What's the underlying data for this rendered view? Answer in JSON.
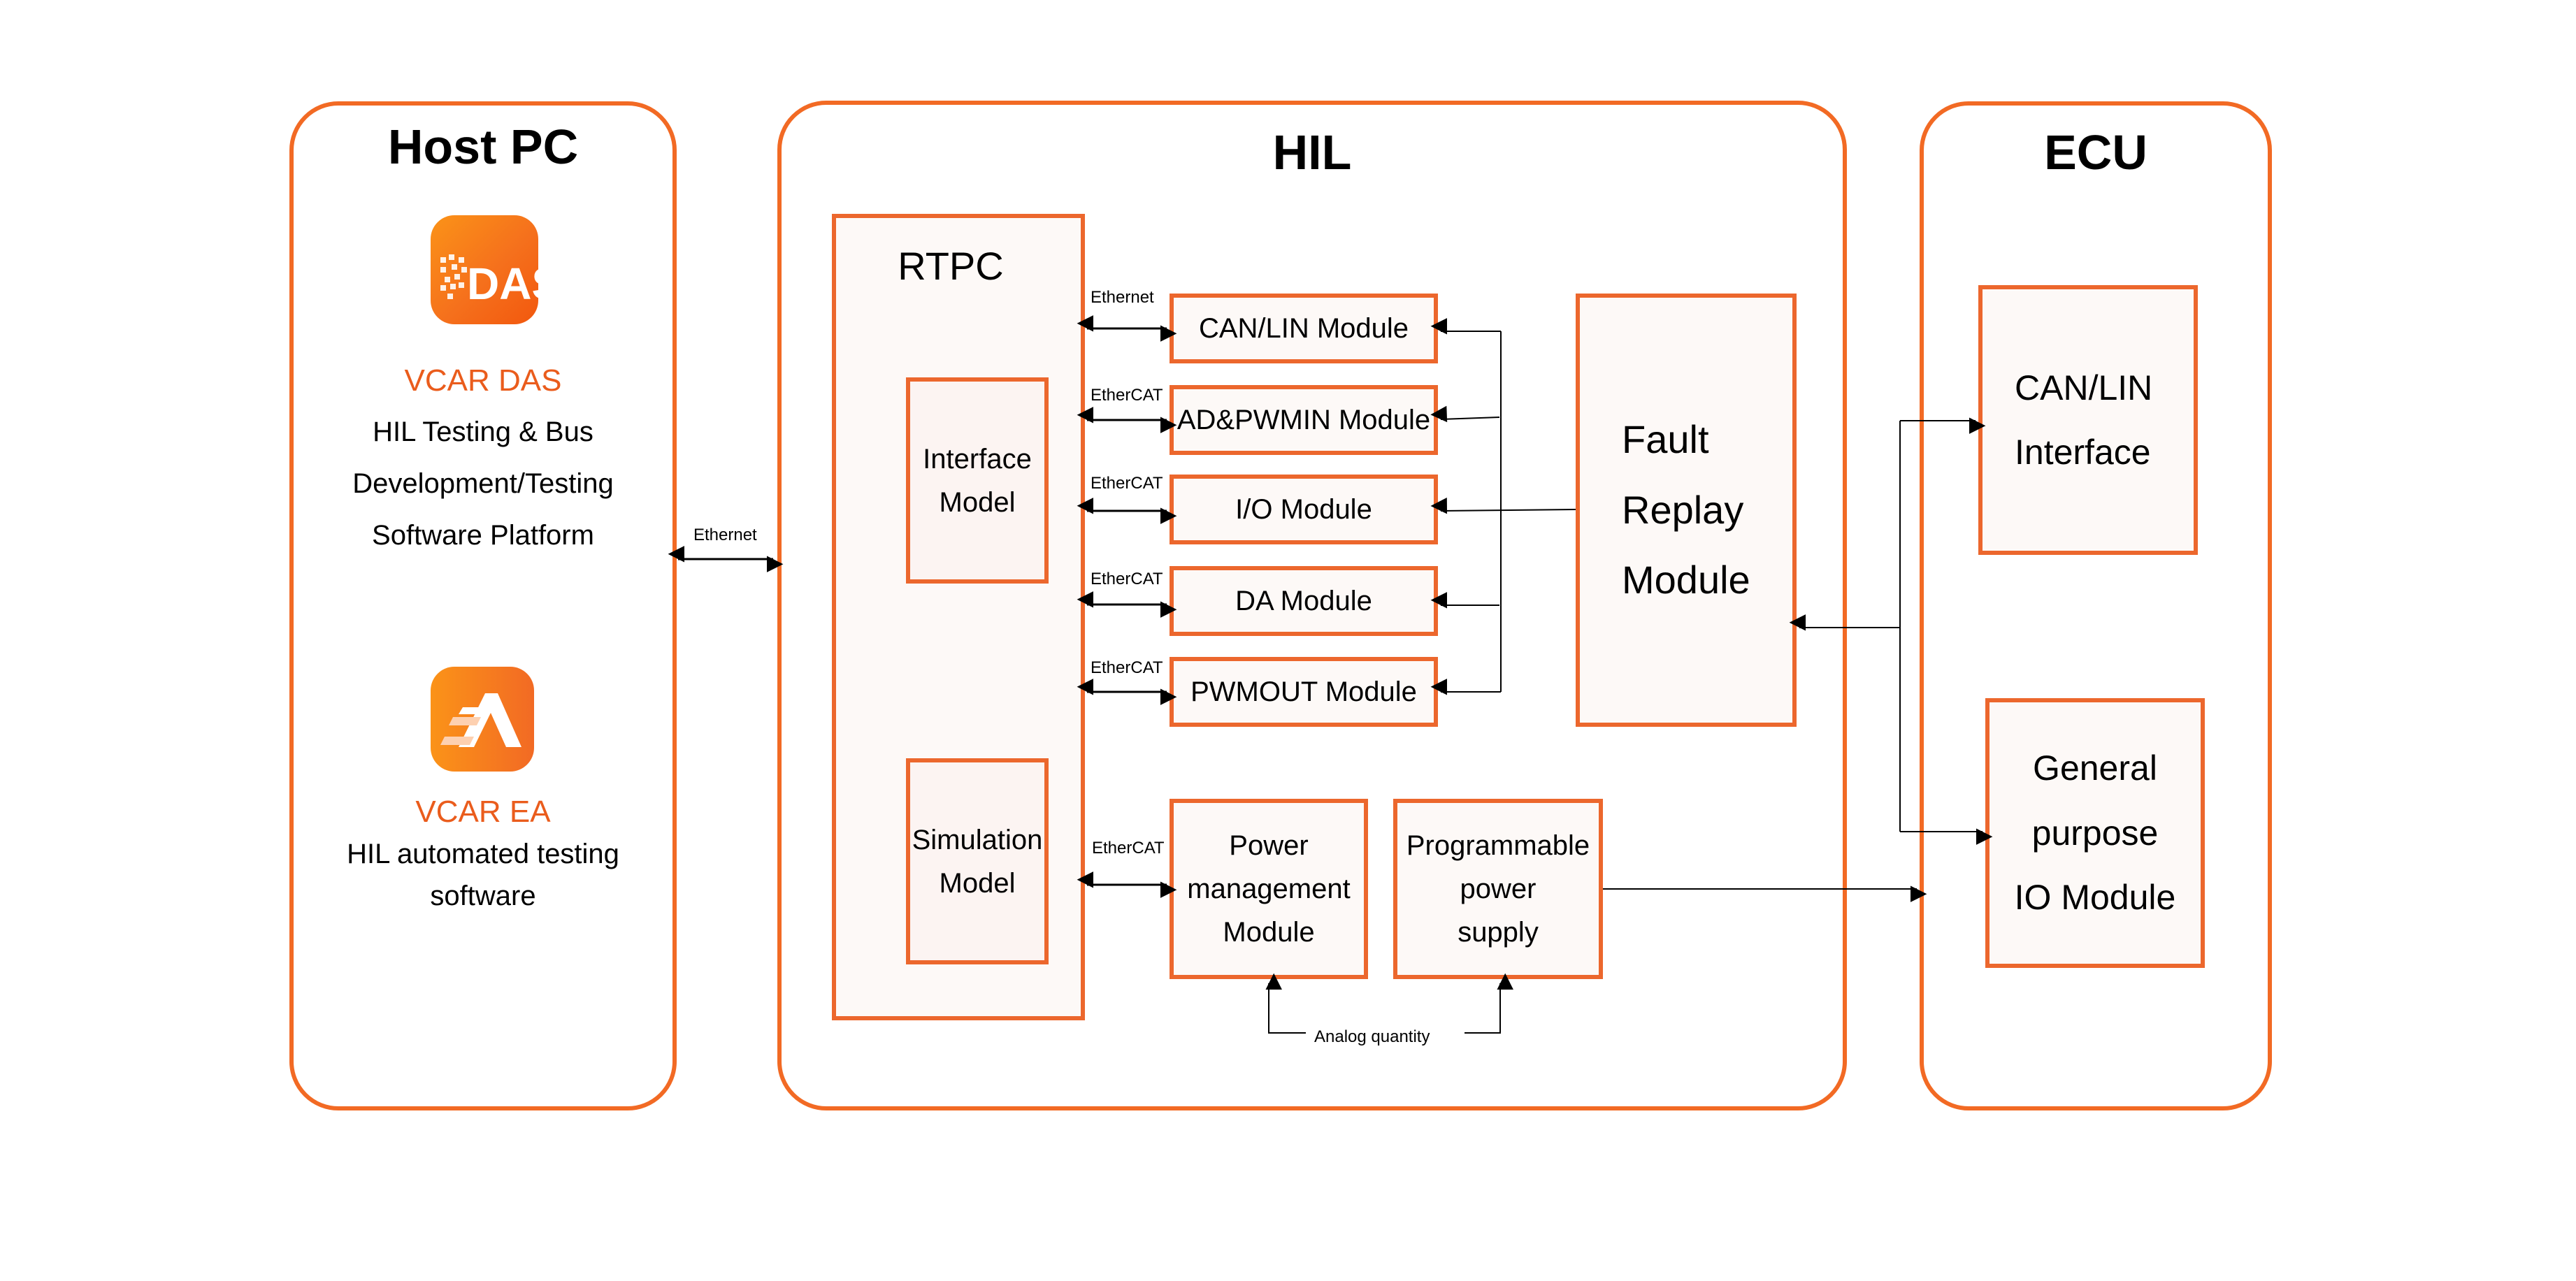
{
  "diagram": {
    "colors": {
      "accent": "#f26a24",
      "box_fill": "#fdf9f7",
      "line": "#000000",
      "product_text": "#ea5c1c"
    },
    "host_pc": {
      "title": "Host PC",
      "products": [
        {
          "icon": "das-logo-icon",
          "icon_text": "DAS",
          "name": "VCAR DAS",
          "description": [
            "HIL Testing & Bus",
            "Development/Testing",
            "Software Platform"
          ]
        },
        {
          "icon": "ea-logo-icon",
          "icon_text": "EA",
          "name": "VCAR EA",
          "description": [
            "HIL automated testing",
            "software"
          ]
        }
      ]
    },
    "host_to_hil_link": "Ethernet",
    "hil": {
      "title": "HIL",
      "rtpc": {
        "label": "RTPC",
        "interface_model": [
          "Interface",
          "Model"
        ],
        "simulation_model": [
          "Simulation",
          "Model"
        ]
      },
      "modules": [
        {
          "label": "CAN/LIN Module",
          "link": "Ethernet"
        },
        {
          "label": "AD&PWMIN Module",
          "link": "EtherCAT"
        },
        {
          "label": "I/O Module",
          "link": "EtherCAT"
        },
        {
          "label": "DA Module",
          "link": "EtherCAT"
        },
        {
          "label": "PWMOUT Module",
          "link": "EtherCAT"
        }
      ],
      "fault_replay": [
        "Fault",
        "Replay",
        "Module"
      ],
      "power_management": {
        "label": [
          "Power",
          "management",
          "Module"
        ],
        "link": "EtherCAT"
      },
      "programmable_power": [
        "Programmable",
        "power",
        "supply"
      ],
      "analog_label": "Analog quantity"
    },
    "ecu": {
      "title": "ECU",
      "can_lin_interface": [
        "CAN/LIN",
        "Interface"
      ],
      "gpio_module": [
        "General",
        "purpose",
        "IO Module"
      ]
    }
  }
}
